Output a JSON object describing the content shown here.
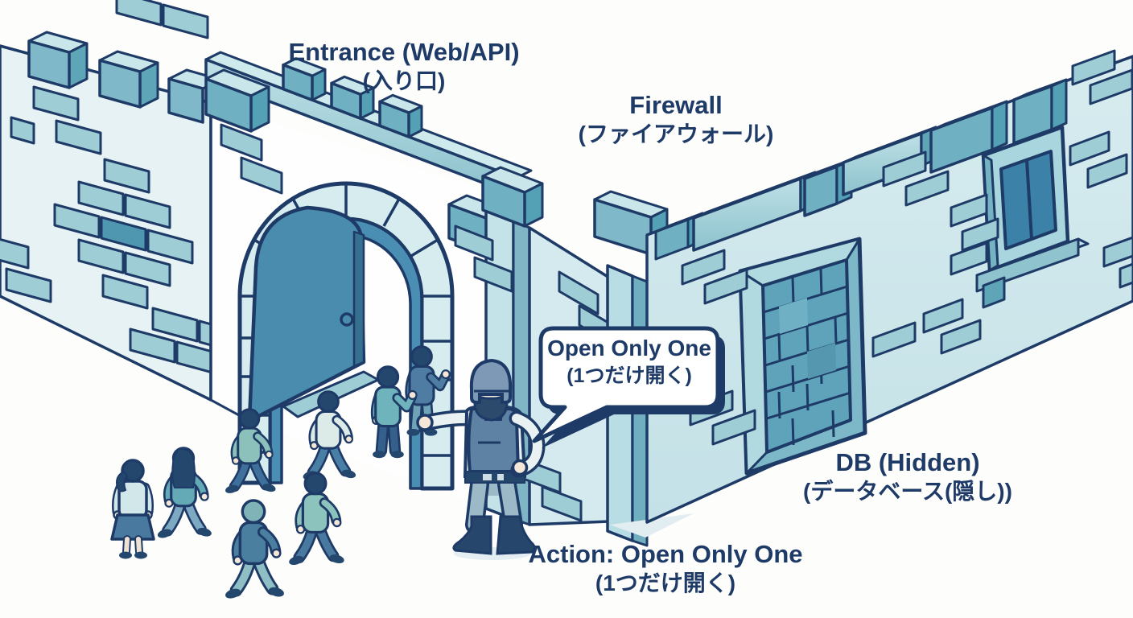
{
  "illustration": {
    "labels": {
      "entrance": {
        "line1": "Entrance (Web/API)",
        "line2": "(入り口)"
      },
      "firewall": {
        "line1": "Firewall",
        "line2": "(ファイアウォール)"
      },
      "db": {
        "line1": "DB (Hidden)",
        "line2": "(データベース(隠し))"
      },
      "action": {
        "line1": "Action: Open Only One",
        "line2": "(1つだけ開く)"
      }
    },
    "speech_bubble": {
      "line1": "Open Only One",
      "line2": "(1つだけ開く)"
    },
    "figures": {
      "crowd_count": 8,
      "guard_count": 1
    },
    "icons": {
      "gate": "arched-castle-gate-with-open-door",
      "firewall": "crenellated-castle-wall",
      "db": "bricked-up-hidden-door",
      "window": "barred-wall-window",
      "guard": "security-guard-figure",
      "crowd": "people-walking-to-gate"
    },
    "palette": {
      "background": "#ffffff",
      "outline": "#1e3a66",
      "text": "#1e3a66",
      "wall_light": "#e6f2f4",
      "wall_right": "#cfe7eb",
      "merlon": "#6fb0c2",
      "merlon_top": "#c9e7ea",
      "merlon_side": "#5fa5b8",
      "brick": "#9fcdd6",
      "brick_dark": "#4f96b0",
      "door": "#4a8cae",
      "db_brick": "#5fa3ba",
      "window_pane": "#3c82a8",
      "skin": "#f4e7d7",
      "guard_vest": "#5d82a3",
      "guard_helmet": "#7d99b5",
      "shirt_light": "#e9f1f3",
      "teal_top": "#8cc0ba",
      "blue_pants": "#4a7fa5"
    }
  }
}
